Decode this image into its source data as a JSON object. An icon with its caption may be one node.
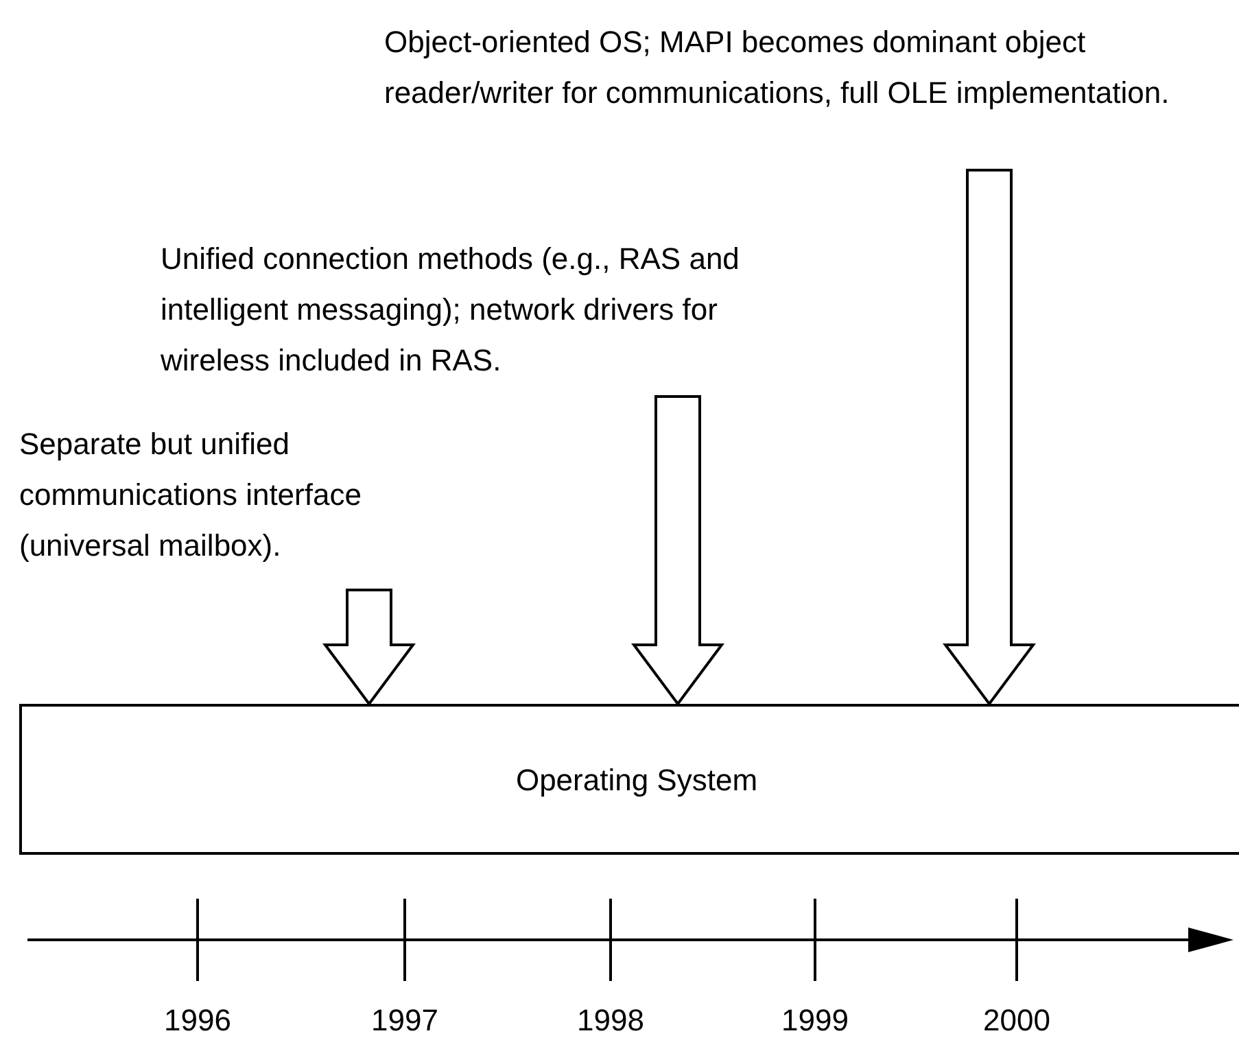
{
  "diagram": {
    "nodes": [
      {
        "text": [
          "Separate but unified communications interface (universal mailbox)."
        ]
      },
      {
        "text": [
          "Unified connection methods (e.g., RAS and intelligent messaging); network drivers for wireless included in RAS."
        ]
      },
      {
        "text": [
          "Object-oriented OS; MAPI becomes dominant object reader/writer for communications, full OLE implementation."
        ]
      },
      {
        "text": [
          "Operating System"
        ]
      }
    ],
    "edges": [
      {
        "from": 0,
        "to": 3,
        "arrow": "to"
      },
      {
        "from": 1,
        "to": 3,
        "arrow": "to"
      },
      {
        "from": 2,
        "to": 3,
        "arrow": "to"
      }
    ],
    "labels": [
      "1996",
      "1997",
      "1998",
      "1999",
      "2000"
    ]
  }
}
